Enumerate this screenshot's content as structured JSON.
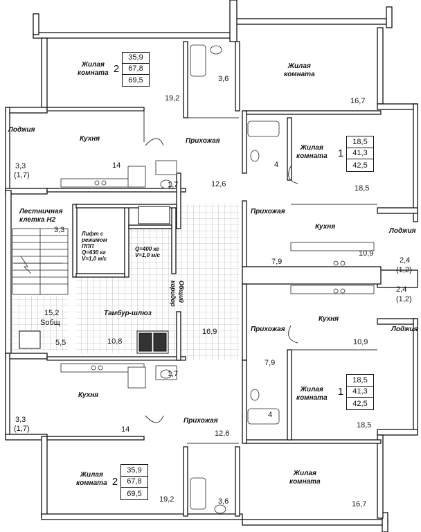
{
  "rooms": {
    "living_tl": "Жилая\nкомната",
    "living_tr": "Жилая\nкомната",
    "living_r1": "Жилая\nкомната",
    "living_r2": "Жилая\nкомната",
    "living_bl": "Жилая\nкомната",
    "living_br": "Жилая\nкомната",
    "kitchen_tl": "Кухня",
    "kitchen_r1": "Кухня",
    "kitchen_r2": "Кухня",
    "kitchen_bl": "Кухня",
    "hall_top": "Прихожая",
    "hall_r1": "Прихожая",
    "hall_r2": "Прихожая",
    "hall_bottom": "Прихожая",
    "loggia_tl": "Лоджия",
    "loggia_r1": "Лоджия",
    "loggia_r2": "Лоджия",
    "stair": "Лестничная\nклетка Н2",
    "tambur": "Тамбур-шлюз",
    "corridor": "Общий\nкоридор",
    "lift1": "Лифт с\nрежимом\nППП\nQ=630 кг\nV=1,0 м/с",
    "lift2": "Q=400 кг\nV=1,0 м/с"
  },
  "areas": {
    "tl_living": "19,2",
    "tl_bath": "3,6",
    "tr_living": "16,7",
    "kitchen_tl": "14",
    "hall_top": "12,6",
    "wc_tl": "1,7",
    "r1_bath": "4",
    "r1_living": "18,5",
    "loggia_tl": "3,3",
    "loggia_tl_sub": "(1,7)",
    "stair": "3,3",
    "r1_hall": "7,9",
    "r1_kitchen": "10,9",
    "loggia_r1": "2,4",
    "loggia_r1_sub": "(1,2)",
    "loggia_r2": "2,4",
    "loggia_r2_sub": "(1,2)",
    "stair_total": "15,2",
    "stair_total_label": "Sобщ",
    "stair_small": "5,5",
    "tambur": "10,8",
    "corridor": "16,9",
    "r2_kitchen": "10,9",
    "r2_hall": "7,9",
    "wc_bl": "1,7",
    "r2_bath": "4",
    "r2_living": "18,5",
    "loggia_bl": "3,3",
    "loggia_bl_sub": "(1,7)",
    "kitchen_bl": "14",
    "hall_bottom": "12,6",
    "bl_living": "19,2",
    "bl_bath": "3,6",
    "br_living": "16,7"
  },
  "apartments": [
    {
      "num": "2",
      "values": [
        "35,9",
        "67,8",
        "69,5"
      ]
    },
    {
      "num": "1",
      "values": [
        "18,5",
        "41,3",
        "42,5"
      ]
    },
    {
      "num": "1",
      "values": [
        "18,5",
        "41,3",
        "42,5"
      ]
    },
    {
      "num": "2",
      "values": [
        "35,9",
        "67,8",
        "69,5"
      ]
    }
  ]
}
